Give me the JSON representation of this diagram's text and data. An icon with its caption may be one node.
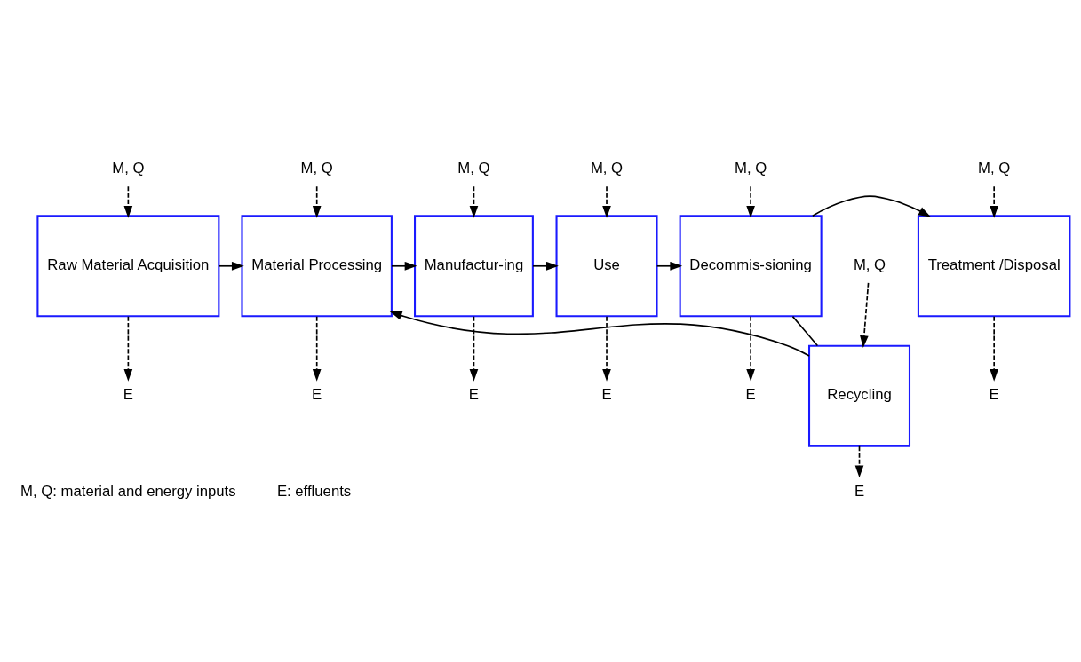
{
  "diagram": {
    "nodes": [
      {
        "text": [
          "M, Q"
        ]
      },
      {
        "text": [
          "M, Q"
        ]
      },
      {
        "text": [
          "M, Q"
        ]
      },
      {
        "text": [
          "M, Q"
        ]
      },
      {
        "text": [
          "M, Q"
        ]
      },
      {
        "text": [
          "M, Q"
        ]
      },
      {
        "text": [
          "Raw Material Acquisition"
        ]
      },
      {
        "text": [
          "Material Processing"
        ]
      },
      {
        "text": [
          "Manufactur-ing"
        ]
      },
      {
        "text": [
          "Use"
        ]
      },
      {
        "text": [
          "Decommis-sioning"
        ]
      },
      {
        "text": [
          "Treatment /Disposal"
        ]
      },
      {
        "text": [
          "E"
        ]
      },
      {
        "text": [
          "E"
        ]
      },
      {
        "text": [
          "E"
        ]
      },
      {
        "text": [
          "E"
        ]
      },
      {
        "text": [
          "E"
        ]
      },
      {
        "text": [
          "E"
        ]
      },
      {
        "text": [
          "M, Q"
        ]
      },
      {
        "text": [
          "Recycling"
        ]
      },
      {
        "text": [
          "E"
        ]
      }
    ],
    "edges": [
      {
        "from": 0,
        "to": 6,
        "arrow": "to",
        "style": "dashed"
      },
      {
        "from": 1,
        "to": 7,
        "arrow": "to",
        "style": "dashed"
      },
      {
        "from": 2,
        "to": 8,
        "arrow": "to",
        "style": "dashed"
      },
      {
        "from": 3,
        "to": 9,
        "arrow": "to",
        "style": "dashed"
      },
      {
        "from": 4,
        "to": 10,
        "arrow": "to",
        "style": "dashed"
      },
      {
        "from": 5,
        "to": 11,
        "arrow": "to",
        "style": "dashed"
      },
      {
        "from": 6,
        "to": 7,
        "arrow": "to"
      },
      {
        "from": 7,
        "to": 8,
        "arrow": "to"
      },
      {
        "from": 8,
        "to": 9,
        "arrow": "to"
      },
      {
        "from": 9,
        "to": 10,
        "arrow": "to"
      },
      {
        "from": 10,
        "to": 11,
        "arrow": "to"
      },
      {
        "from": 10,
        "to": 19,
        "arrow": "none"
      },
      {
        "from": 19,
        "to": 7,
        "arrow": "to"
      },
      {
        "from": 6,
        "to": 12,
        "arrow": "to",
        "style": "dashed"
      },
      {
        "from": 7,
        "to": 13,
        "arrow": "to",
        "style": "dashed"
      },
      {
        "from": 8,
        "to": 14,
        "arrow": "to",
        "style": "dashed"
      },
      {
        "from": 9,
        "to": 15,
        "arrow": "to",
        "style": "dashed"
      },
      {
        "from": 10,
        "to": 16,
        "arrow": "to",
        "style": "dashed"
      },
      {
        "from": 11,
        "to": 17,
        "arrow": "to",
        "style": "dashed"
      },
      {
        "from": 18,
        "to": 19,
        "arrow": "to",
        "style": "dashed"
      },
      {
        "from": 19,
        "to": 20,
        "arrow": "to",
        "style": "dashed"
      }
    ],
    "labels": [
      "M, Q: material and energy inputs",
      "E: effluents"
    ]
  }
}
